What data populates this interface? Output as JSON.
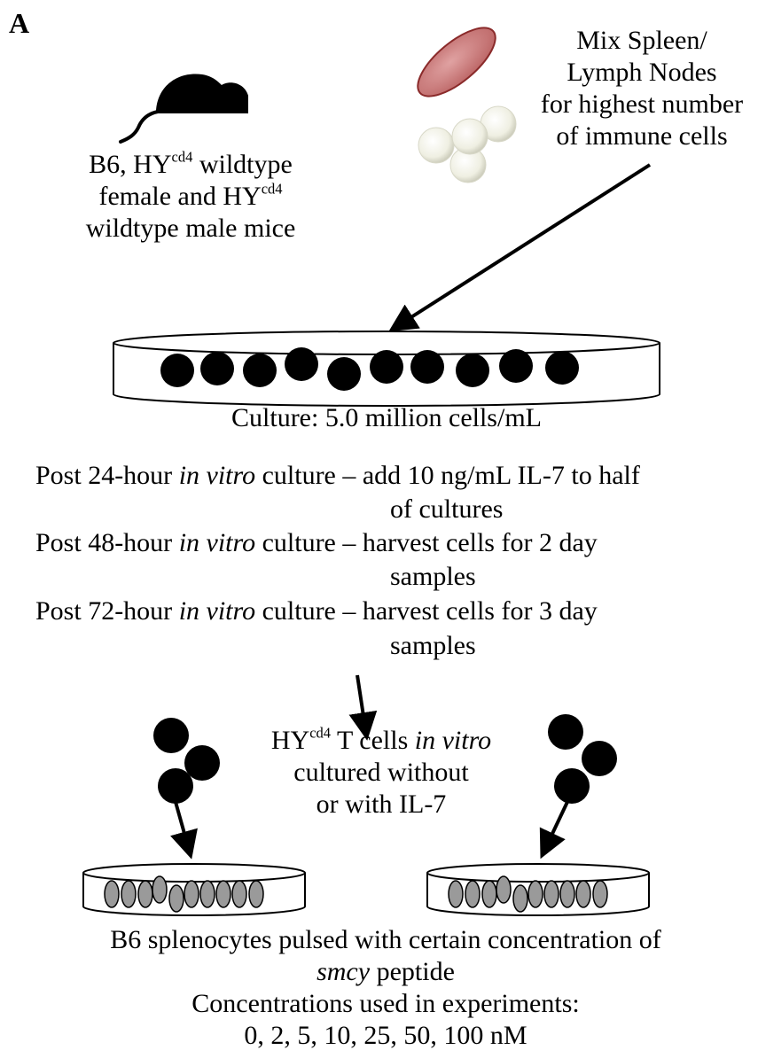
{
  "panel_label": "A",
  "source_note": {
    "line1": "Mix Spleen/",
    "line2": "Lymph Nodes",
    "line3": "for highest number",
    "line4": "of immune cells"
  },
  "mice_note": {
    "line1_pre": "B6, HY",
    "line1_sup": "cd4",
    "line1_post": " wildtype",
    "line2_pre": "female and HY",
    "line2_sup": "cd4",
    "line3": "wildtype male mice"
  },
  "culture_caption": "Culture: 5.0 million cells/mL",
  "timeline": [
    {
      "pre": "Post 24-hour ",
      "em": "in vitro",
      "post": " culture – add 10 ng/mL IL-7 to half",
      "cont": "of cultures"
    },
    {
      "pre": "Post 48-hour ",
      "em": "in vitro",
      "post": " culture – harvest cells for 2 day",
      "cont": "samples"
    },
    {
      "pre": "Post 72-hour ",
      "em": "in vitro",
      "post": " culture – harvest cells for 3 day",
      "cont": "samples"
    }
  ],
  "tcell_note": {
    "line1_pre": "HY",
    "line1_sup": "cd4",
    "line1_mid": " T cells ",
    "line1_em": "in vitro",
    "line2": "cultured without",
    "line3": "or with IL-7"
  },
  "assay_note": {
    "line1": "B6 splenocytes pulsed with certain concentration of",
    "line2_em": "smcy",
    "line2_post": " peptide",
    "line3": "Concentrations used in experiments:",
    "line4": "0, 2, 5, 10, 25, 50, 100 nM"
  },
  "colors": {
    "ink": "#000000",
    "spleen_fill": "#c87a7a",
    "spleen_stroke": "#8a2a2a",
    "node_fill": "#efefe2",
    "apc_fill": "#9a9a9a"
  }
}
